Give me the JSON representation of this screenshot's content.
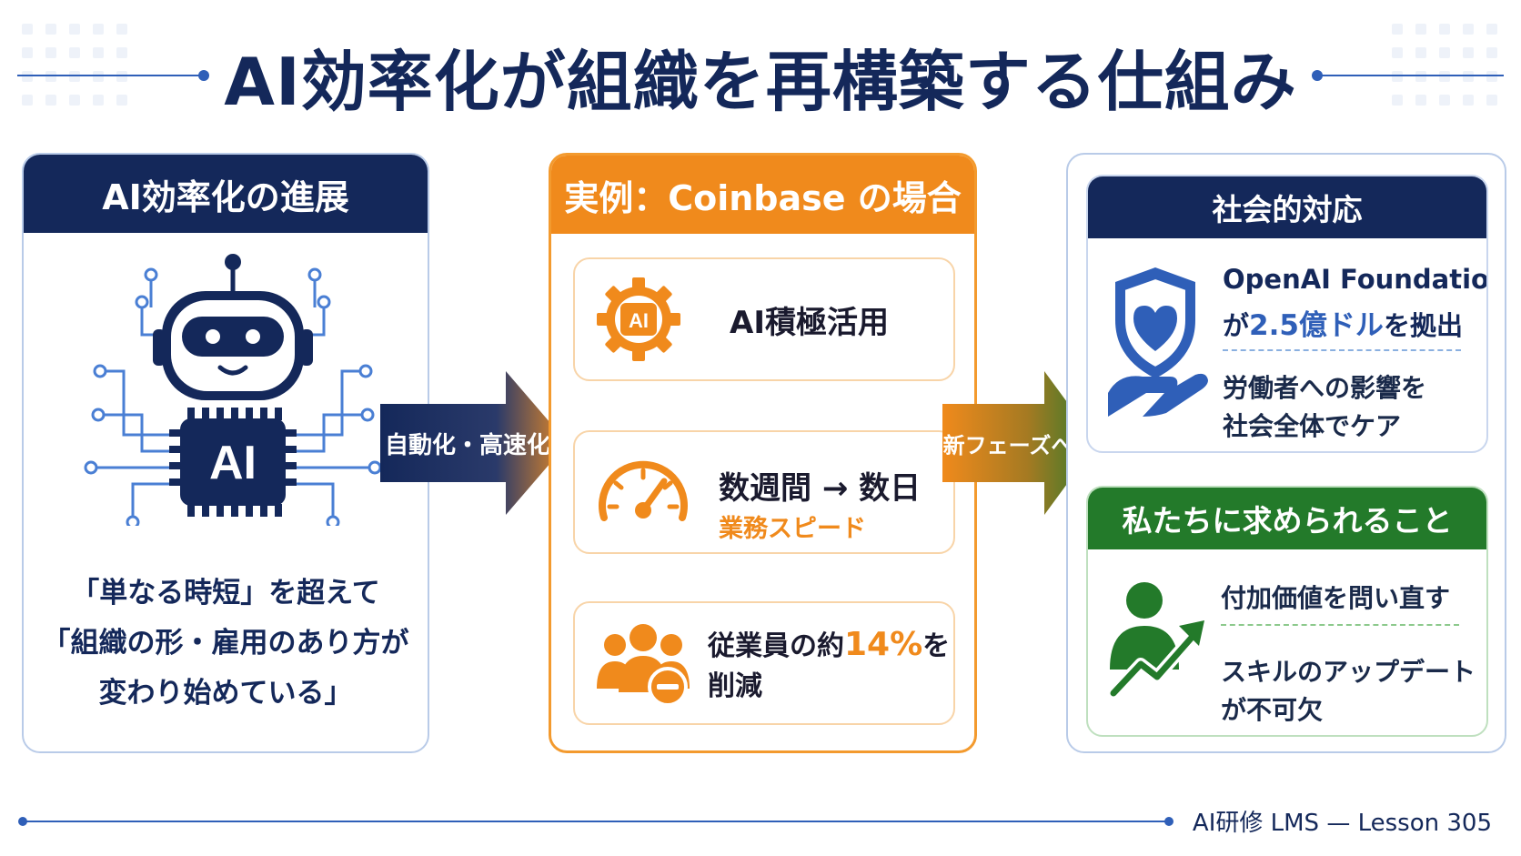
{
  "title": "AI効率化が組織を再構築する仕組み",
  "panel_left": {
    "header": "AI効率化の進展",
    "chip_label": "AI",
    "message": [
      "「単なる時短」を超えて",
      "「組織の形・雇用のあり方が",
      "変わり始めている」"
    ]
  },
  "arrow_1": "自動化・高速化",
  "panel_middle": {
    "header": "実例：Coinbase の場合",
    "card1": {
      "icon_label": "AI",
      "label": "AI積極活用"
    },
    "card2": {
      "label": "数週間 → 数日",
      "sublabel": "業務スピード"
    },
    "card3": {
      "prefix": "従業員の約",
      "percent": "14%",
      "suffix": "を削減"
    }
  },
  "arrow_2": "新フェーズへ",
  "panel_right": {
    "section1": {
      "header": "社会的対応",
      "line1": "OpenAI Foundation",
      "line2_prefix": "が",
      "line2_highlight": "2.5億ドル",
      "line2_suffix": "を拠出",
      "line3": "労働者への影響を",
      "line4": "社会全体でケア"
    },
    "section2": {
      "header": "私たちに求められること",
      "line1": "付加価値を問い直す",
      "line2": "スキルのアップデート",
      "line3": "が不可欠"
    }
  },
  "footer": "AI研修 LMS — Lesson 305",
  "colors": {
    "navy": "#14285a",
    "orange": "#f08a1c",
    "green": "#237a2a",
    "blue": "#2f5fb8"
  },
  "icons": [
    "robot-icon",
    "gear-ai-icon",
    "speedometer-icon",
    "people-minus-icon",
    "shield-heart-hand-icon",
    "person-growth-icon"
  ]
}
